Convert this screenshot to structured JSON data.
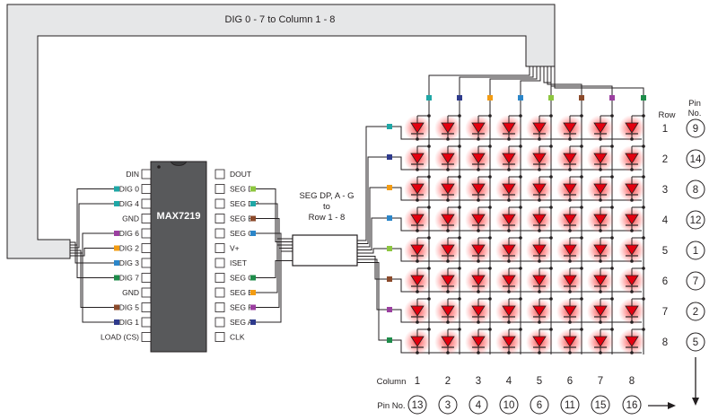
{
  "bus_label": "DIG 0 - 7  to  Column 1 - 8",
  "chip": {
    "name": "MAX7219",
    "left_pins": [
      {
        "label": "DIN",
        "color": null
      },
      {
        "label": "DIG 0",
        "color": "#1fa7a6"
      },
      {
        "label": "DIG 4",
        "color": "#1fa7a6"
      },
      {
        "label": "GND",
        "color": null
      },
      {
        "label": "DIG 6",
        "color": "#9b3fa0"
      },
      {
        "label": "DIG 2",
        "color": "#f39c12"
      },
      {
        "label": "DIG 3",
        "color": "#2b86c9"
      },
      {
        "label": "DIG 7",
        "color": "#1e8c4a"
      },
      {
        "label": "GND",
        "color": null
      },
      {
        "label": "DIG 5",
        "color": "#8b4a2b"
      },
      {
        "label": "DIG 1",
        "color": "#2e3a8c"
      },
      {
        "label": "LOAD (CS)",
        "color": null
      }
    ],
    "right_pins": [
      {
        "label": "DOUT",
        "color": null
      },
      {
        "label": "SEG D",
        "color": "#8dc63f"
      },
      {
        "label": "SEG DP",
        "color": "#1fa7a6"
      },
      {
        "label": "SEG E",
        "color": "#8b4a2b"
      },
      {
        "label": "SEG C",
        "color": "#2b86c9"
      },
      {
        "label": "V+",
        "color": null
      },
      {
        "label": "ISET",
        "color": null
      },
      {
        "label": "SEG G",
        "color": "#1e8c4a"
      },
      {
        "label": "SEG B",
        "color": "#f39c12"
      },
      {
        "label": "SEG F",
        "color": "#9b3fa0"
      },
      {
        "label": "SEG A",
        "color": "#2e3a8c"
      },
      {
        "label": "CLK",
        "color": null
      }
    ]
  },
  "seg_label": [
    "SEG DP, A - G",
    "to",
    "Row 1 - 8"
  ],
  "row_header": "Row",
  "pin_header": [
    "Pin",
    "No."
  ],
  "rows": [
    "1",
    "2",
    "3",
    "4",
    "5",
    "6",
    "7",
    "8"
  ],
  "row_pins": [
    "9",
    "14",
    "8",
    "12",
    "1",
    "7",
    "2",
    "5"
  ],
  "column_header": "Column",
  "columns": [
    "1",
    "2",
    "3",
    "4",
    "5",
    "6",
    "7",
    "8"
  ],
  "col_pin_header": "Pin No.",
  "col_pins": [
    "13",
    "3",
    "4",
    "10",
    "6",
    "11",
    "15",
    "16"
  ],
  "column_wire_colors": [
    "#1fa7a6",
    "#2e3a8c",
    "#f39c12",
    "#2b86c9",
    "#8dc63f",
    "#8b4a2b",
    "#9b3fa0",
    "#1e8c4a"
  ],
  "row_wire_colors": [
    "#1fa7a6",
    "#2e3a8c",
    "#f39c12",
    "#2b86c9",
    "#8dc63f",
    "#8b4a2b",
    "#9b3fa0",
    "#1e8c4a"
  ],
  "led_color": "#e3000f",
  "bus_fill": "#e6e7e8"
}
